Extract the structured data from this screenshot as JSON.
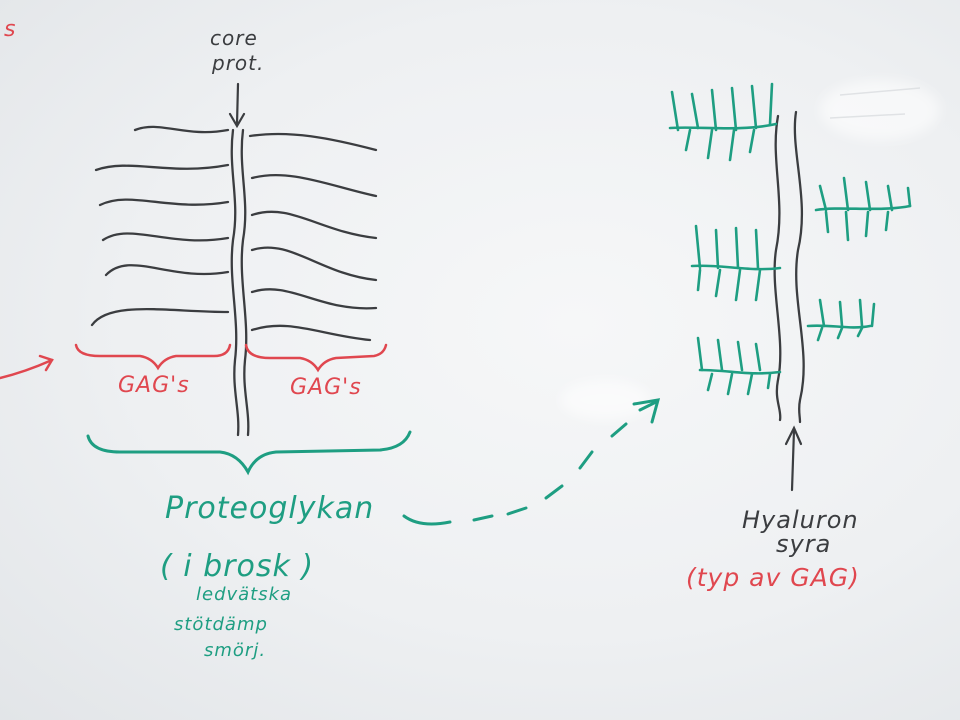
{
  "colors": {
    "black": "#3b3d40",
    "red": "#e0474f",
    "teal": "#1e9e82",
    "board": "#eef0f2"
  },
  "left_diagram": {
    "core_label_line1": "core",
    "core_label_line2": "prot.",
    "gag_left": "GAG's",
    "gag_right": "GAG's",
    "title": "Proteoglykan",
    "subtitle": "( i brosk )",
    "notes": [
      "ledvätska",
      "stötdämp",
      "smörj."
    ]
  },
  "right_diagram": {
    "label_line1": "Hyaluron",
    "label_line2": "syra",
    "type_note": "(typ av GAG)"
  },
  "edge_fragment": "s"
}
